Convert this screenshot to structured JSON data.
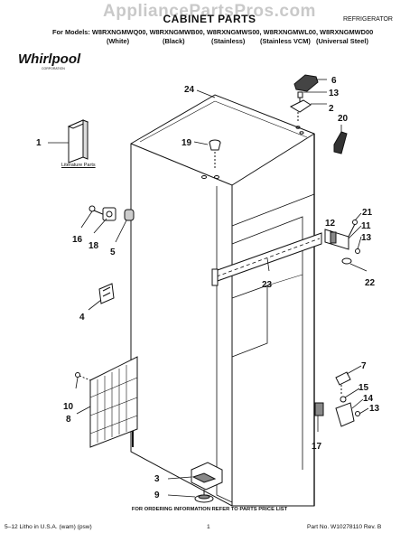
{
  "watermark": "AppliancePartsPros.com",
  "header": {
    "title": "CABINET PARTS",
    "category": "REFRIGERATOR",
    "models_line": "For Models: W8RXNGMWQ00, W8RXNGMWB00, W8RXNGMWS00, W8RXNGMWL00, W8RXNGMWD00",
    "variants": [
      "(White)",
      "(Black)",
      "(Stainless)",
      "(Stainless VCM)",
      "(Universal Steel)"
    ]
  },
  "brand": {
    "name": "Whirlpool",
    "sub": "CORPORATION"
  },
  "literature_label": "Literature Parts",
  "callouts": [
    "1",
    "2",
    "3",
    "4",
    "5",
    "6",
    "7",
    "8",
    "9",
    "10",
    "11",
    "12",
    "13",
    "13",
    "13",
    "14",
    "15",
    "16",
    "17",
    "18",
    "19",
    "20",
    "21",
    "22",
    "23",
    "24"
  ],
  "footer": {
    "ordering": "FOR ORDERING INFORMATION REFER TO PARTS PRICE LIST",
    "left": "5–12 Litho in U.S.A. (wam) (psw)",
    "center": "1",
    "right": "Part No. W10278110 Rev. B"
  }
}
